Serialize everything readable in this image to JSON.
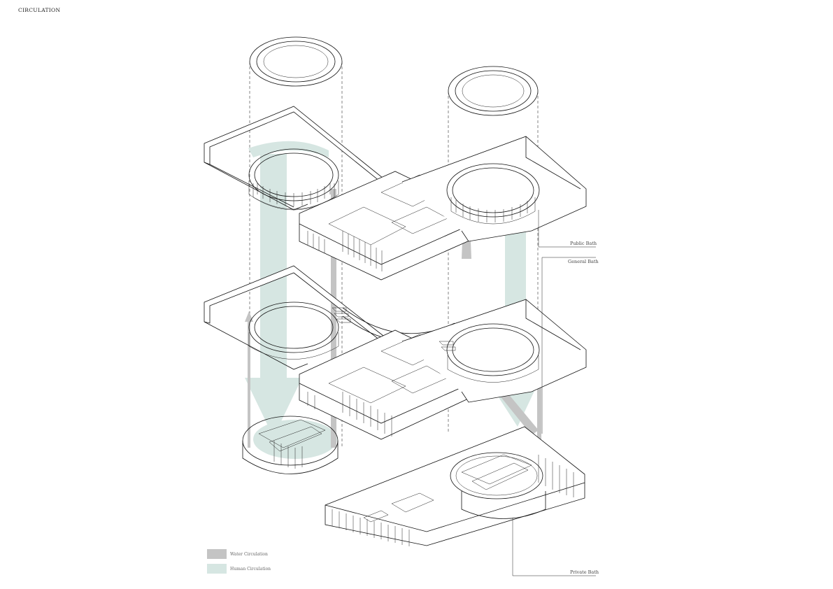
{
  "heading": "CIRCULATION",
  "labels": {
    "public_bath": "Public Bath",
    "general_bath": "General Bath",
    "private_bath": "Private Bath"
  },
  "legend": [
    {
      "label": "Water Circulation",
      "color": "#c4c4c4"
    },
    {
      "label": "Human Circulation",
      "color": "#d6e6e2"
    }
  ],
  "colors": {
    "water_circulation": "#c4c4c4",
    "human_circulation": "#d6e6e2",
    "linework": "#111111",
    "background": "#ffffff"
  }
}
